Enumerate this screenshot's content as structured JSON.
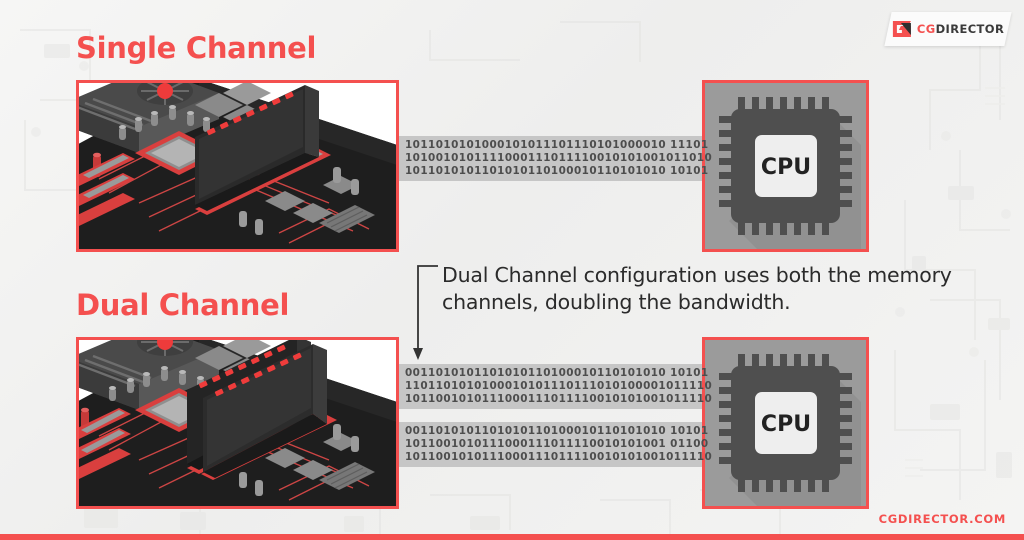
{
  "brand": {
    "logo_cg": "CG",
    "logo_director": "DIRECTOR",
    "logo_mark_icon": "cgdirector-flag-icon",
    "footer": "CGDIRECTOR.COM",
    "accent_color": "#f4504f",
    "background_color": "#f2f2f1",
    "band_color": "#c6c6c6",
    "chip_color": "#4f4f4f"
  },
  "sections": {
    "single": {
      "heading": "Single Channel",
      "motherboard_icon": "motherboard-single-stick-illustration",
      "cpu_label": "CPU",
      "cpu_icon": "cpu-chip-icon",
      "binary_rows": [
        "1011010101000101011101110101000010 11101",
        "1010010101111000111011110010101001011010",
        "1011010101101010110100010110101010 10101"
      ]
    },
    "dual": {
      "heading": "Dual Channel",
      "motherboard_icon": "motherboard-dual-stick-illustration",
      "cpu_label": "CPU",
      "cpu_icon": "cpu-chip-icon",
      "binary_rows_channel_a": [
        "0011010101101010110100010110101010 10101",
        "1101101010100010101110111010100001011110",
        "1011001010111000111011110010101001011110"
      ],
      "binary_rows_channel_b": [
        "0011010101101010110100010110101010 10101",
        "1011001010111000111011110010101001 01100",
        "1011001010111000111011110010101001011110"
      ]
    }
  },
  "callout": {
    "text": "Dual Channel configuration uses both the memory channels, doubling the bandwidth.",
    "arrow_icon": "elbow-arrow-down-icon"
  }
}
